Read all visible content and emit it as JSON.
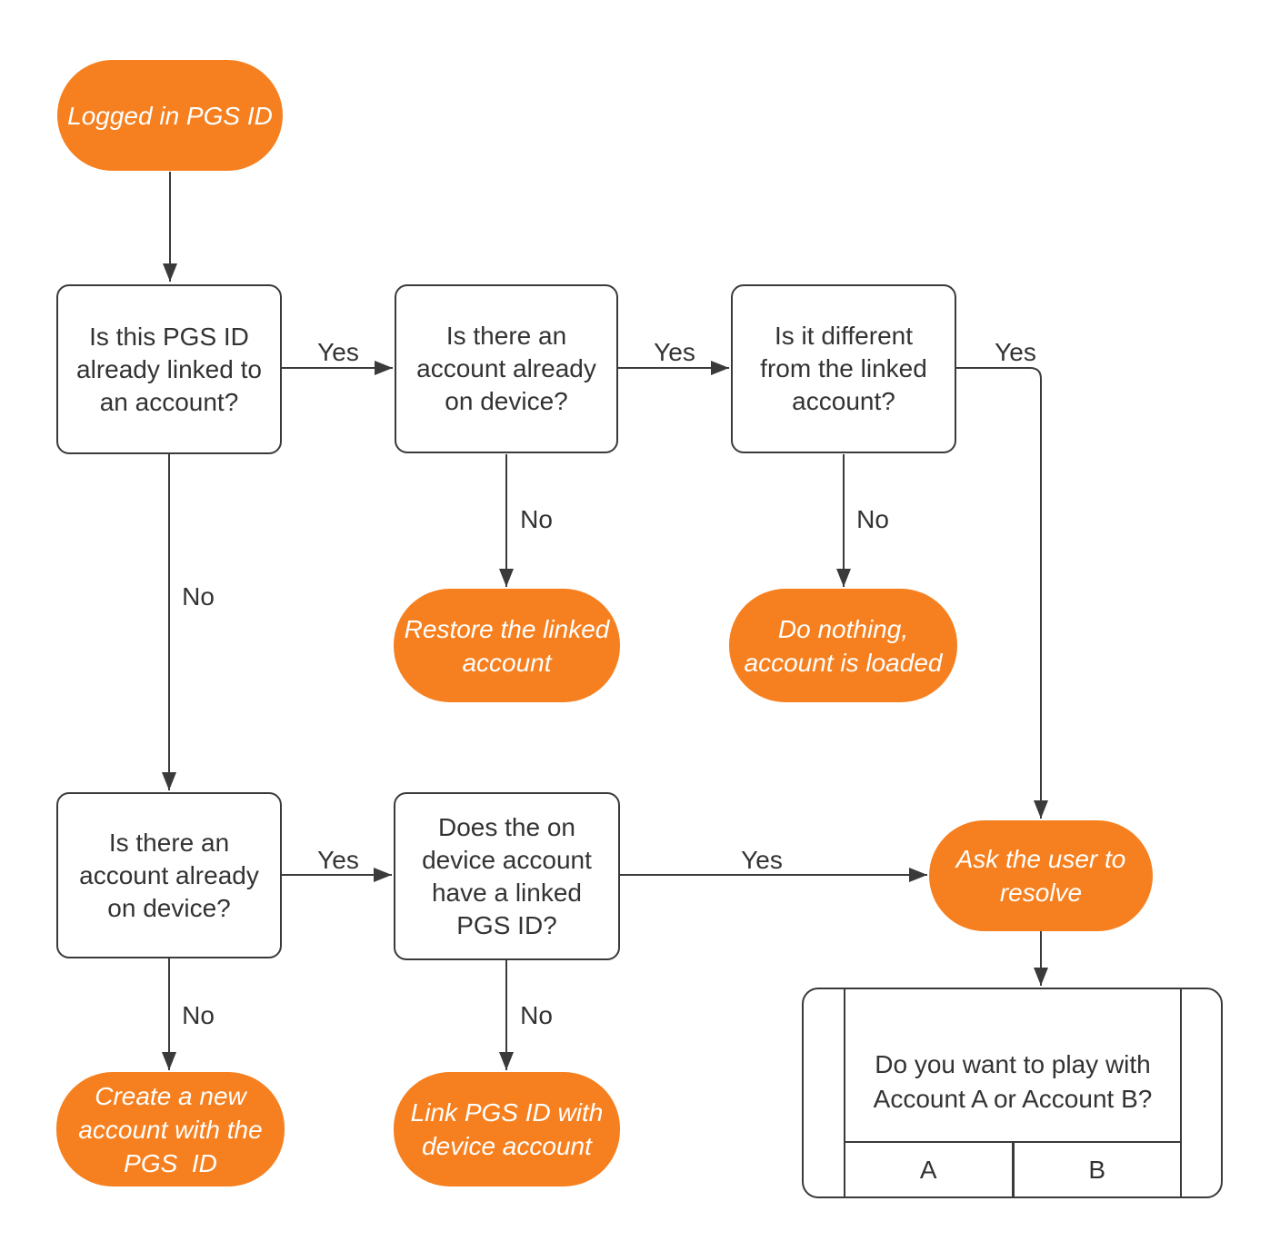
{
  "nodes": {
    "start": {
      "label": "Logged in PGS ID"
    },
    "q_linked": {
      "label": "Is this PGS ID\nalready linked to\nan account?"
    },
    "q_device_top": {
      "label": "Is there an\naccount already\non device?"
    },
    "q_different": {
      "label": "Is it different\nfrom the linked\naccount?"
    },
    "restore": {
      "label": "Restore the linked\naccount"
    },
    "do_nothing": {
      "label": "Do nothing,\naccount is loaded"
    },
    "q_device_bottom": {
      "label": "Is there an\naccount already\non device?"
    },
    "q_pgs_link": {
      "label": "Does the on\ndevice account\nhave a linked\nPGS ID?"
    },
    "ask_resolve": {
      "label": "Ask the user to\nresolve"
    },
    "create_new": {
      "label": "Create a new\naccount with the\nPGS  ID"
    },
    "link_pgs": {
      "label": "Link PGS ID with\ndevice account"
    }
  },
  "edge_labels": {
    "yes": "Yes",
    "no": "No"
  },
  "dialog": {
    "message": "Do you want to play with\nAccount A or Account B?",
    "buttons": {
      "a": "A",
      "b": "B"
    }
  },
  "colors": {
    "accent_orange": "#f6801f",
    "stroke_dark": "#3a3a3a",
    "text_dark": "#333333",
    "background": "#ffffff"
  }
}
